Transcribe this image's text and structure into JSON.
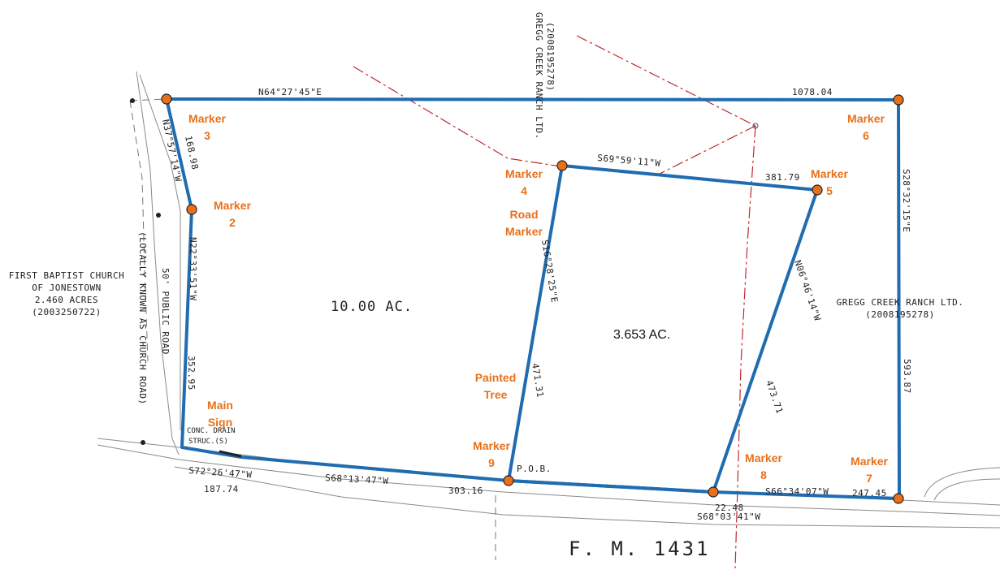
{
  "owners": {
    "church": {
      "line1": "FIRST BAPTIST CHURCH",
      "line2": "OF JONESTOWN",
      "line3": "2.460 ACRES",
      "line4": "(2003250722)"
    },
    "gregg_east": {
      "line1": "GREGG CREEK RANCH LTD.",
      "line2": "(2008195278)"
    },
    "gregg_north": {
      "line1": "GREGG CREEK RANCH LTD.",
      "line2": "(2008195278)"
    }
  },
  "roads": {
    "public_road_line1": "50' PUBLIC ROAD",
    "public_road_line2": "(LOCALLY KNOWN AS CHURCH ROAD)",
    "fm": "F. M. 1431"
  },
  "areas": {
    "large": "10.00 AC.",
    "small": "3.653 AC."
  },
  "notes": {
    "conc_drain_1": "CONC. DRAIN",
    "conc_drain_2": "STRUC.(S)",
    "pob": "P.O.B."
  },
  "bearings": {
    "north": "N64°27'45\"E",
    "north_dist": "1078.04",
    "m3_m2": "N37°57'14\"W",
    "m3_m2_dist": "168.98",
    "west": "N22°33'51\"W",
    "west_dist": "352.95",
    "east": "S28°32'15\"E",
    "east_dist": "593.87",
    "m4_m5": "S69°59'11\"W",
    "m4_m5_dist": "381.79",
    "m4_m9": "S16°28'25\"E",
    "m4_m9_dist": "471.31",
    "m5_m8": "N06°46'14\"W",
    "m5_m8_dist": "473.71",
    "south_a": "S72°26'47\"W",
    "south_a_dist": "187.74",
    "south_b": "S68°13'47\"W",
    "south_b_dist": "303.16",
    "south_c_dist": "22.48",
    "south_c": "S68°03'41\"W",
    "south_d": "S66°34'07\"W",
    "south_d_dist": "247.45"
  },
  "markers": {
    "m2": {
      "line1": "Marker",
      "line2": "2"
    },
    "m3": {
      "line1": "Marker",
      "line2": "3"
    },
    "m4": {
      "line1": "Marker",
      "line2": "4"
    },
    "m5": {
      "line1": "Marker",
      "line2": "5"
    },
    "m6": {
      "line1": "Marker",
      "line2": "6"
    },
    "m7": {
      "line1": "Marker",
      "line2": "7"
    },
    "m8": {
      "line1": "Marker",
      "line2": "8"
    },
    "m9": {
      "line1": "Marker",
      "line2": "9"
    },
    "road_marker": {
      "line1": "Road",
      "line2": "Marker"
    },
    "painted_tree": {
      "line1": "Painted",
      "line2": "Tree"
    },
    "main_sign": {
      "line1": "Main",
      "line2": "Sign"
    }
  },
  "colors": {
    "boundary": "#1F6CB0",
    "marker_fill": "#E8701A",
    "label": "#E8701A",
    "easement": "#C0282D"
  }
}
